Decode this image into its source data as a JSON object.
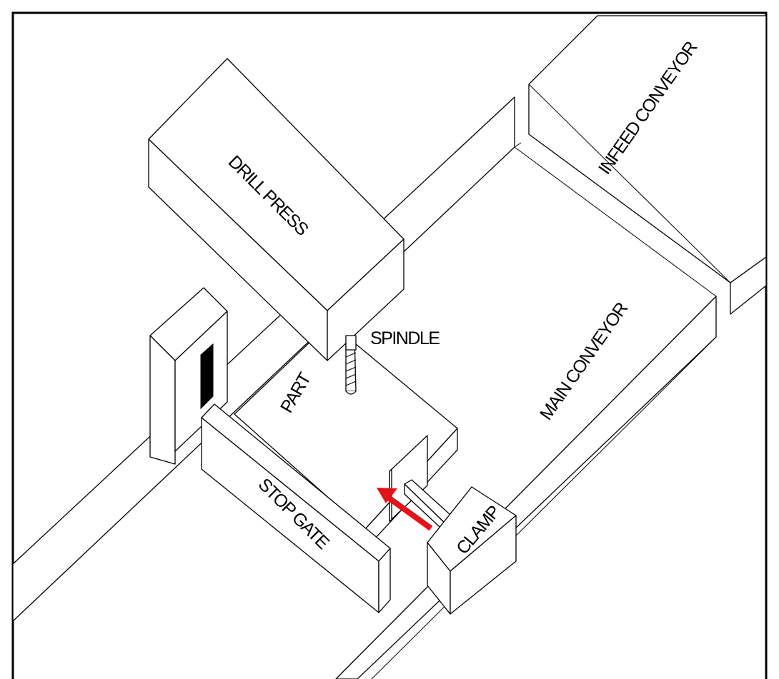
{
  "labels": {
    "drill_press": "DRILL PRESS",
    "infeed_conveyor": "INFEED CONVEYOR",
    "main_conveyor": "MAIN CONVEYOR",
    "spindle": "SPINDLE",
    "part": "PART",
    "stop_gate": "STOP GATE",
    "clamp": "CLAMP"
  },
  "colors": {
    "arrow": "#e0141a",
    "outline": "#000000",
    "sensor": "#000000"
  },
  "icons": {
    "clamp_direction": "arrow-up-left-icon"
  }
}
